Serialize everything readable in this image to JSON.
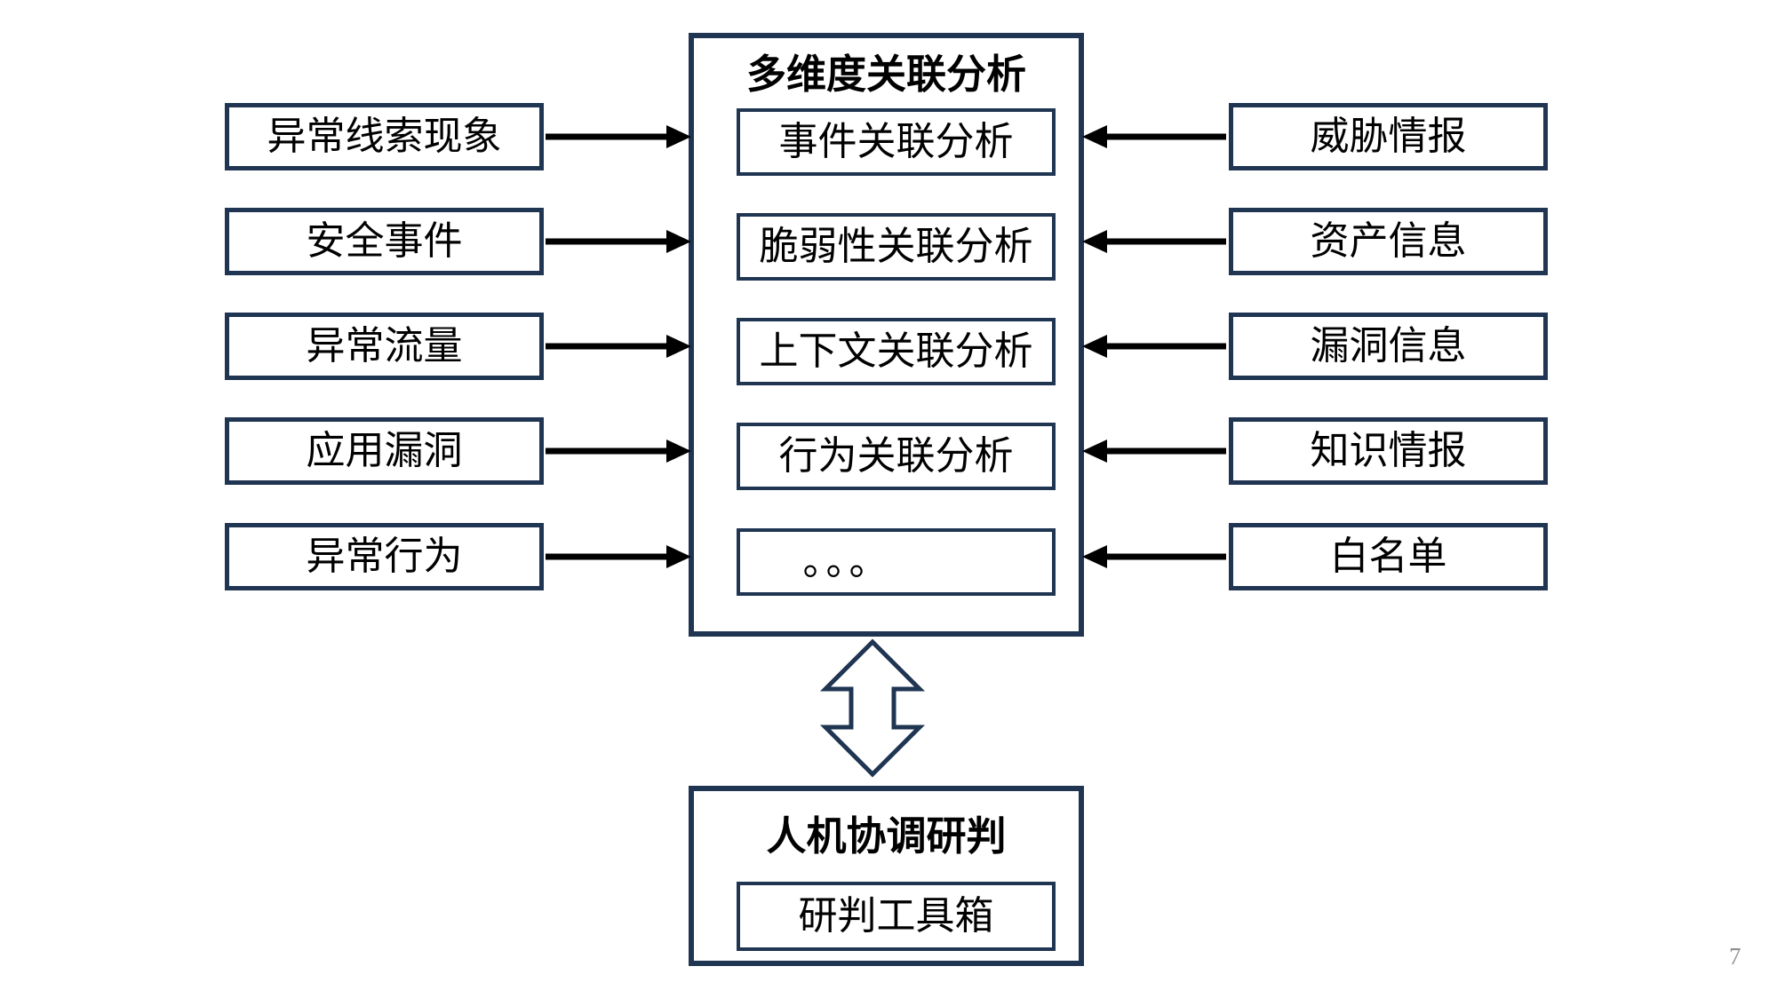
{
  "colors": {
    "border": "#1F3552",
    "arrow": "#000000",
    "text": "#000000",
    "page_number": "#8F8F8F",
    "background": "#FFFFFF"
  },
  "left_column": {
    "items": [
      {
        "label": "异常线索现象"
      },
      {
        "label": "安全事件"
      },
      {
        "label": "异常流量"
      },
      {
        "label": "应用漏洞"
      },
      {
        "label": "异常行为"
      }
    ]
  },
  "center_panel": {
    "title": "多维度关联分析",
    "items": [
      {
        "label": "事件关联分析"
      },
      {
        "label": "脆弱性关联分析"
      },
      {
        "label": "上下文关联分析"
      },
      {
        "label": "行为关联分析"
      },
      {
        "label": "。。。"
      }
    ]
  },
  "right_column": {
    "items": [
      {
        "label": "威胁情报"
      },
      {
        "label": "资产信息"
      },
      {
        "label": "漏洞信息"
      },
      {
        "label": "知识情报"
      },
      {
        "label": "白名单"
      }
    ]
  },
  "bottom_panel": {
    "title": "人机协调研判",
    "items": [
      {
        "label": "研判工具箱"
      }
    ]
  },
  "page": {
    "number": "7"
  }
}
